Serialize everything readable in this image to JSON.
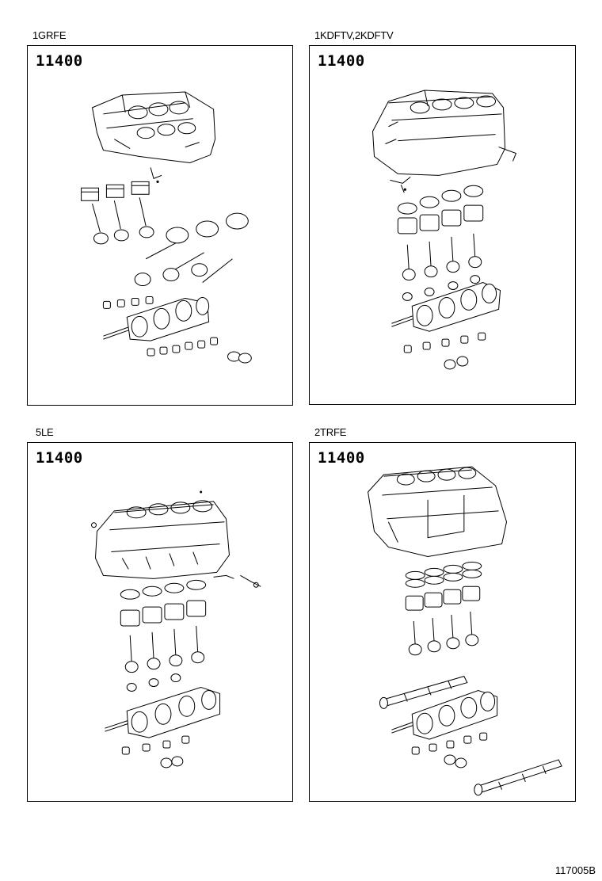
{
  "panels": [
    {
      "engine": "1GRFE",
      "part_number": "11400"
    },
    {
      "engine": "1KDFTV,2KDFTV",
      "part_number": "11400"
    },
    {
      "engine": "5LE",
      "part_number": "11400"
    },
    {
      "engine": "2TRFE",
      "part_number": "11400"
    }
  ],
  "ref_code": "117005B"
}
